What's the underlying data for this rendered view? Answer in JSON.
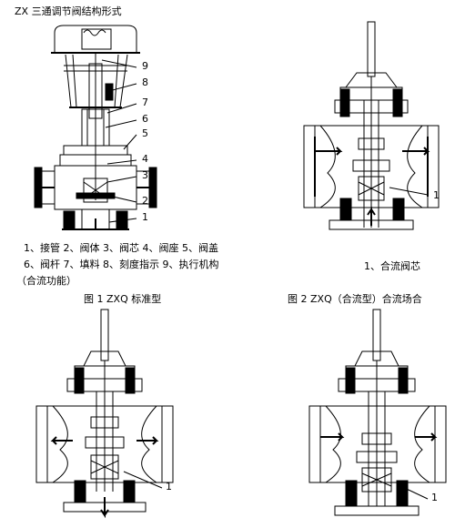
{
  "header": {
    "title": "ZX 三通调节阀结构形式"
  },
  "fig1": {
    "callouts": [
      "9",
      "8",
      "7",
      "6",
      "5",
      "4",
      "3",
      "2",
      "1"
    ],
    "legend_line1": "1、接管  2、阀体  3、阀芯  4、阀座  5、阀盖",
    "legend_line2": "6、阀杆  7、填料  8、刻度指示  9、执行机构",
    "legend_line3": "（合流功能）",
    "caption": "图 1  ZXQ 标准型"
  },
  "fig2": {
    "callouts": [
      "1"
    ],
    "legend": "1、合流阀芯",
    "caption": "图 2  ZXQ（合流型）合流场合"
  },
  "fig3": {
    "callouts": [
      "1"
    ]
  },
  "fig4": {
    "callouts": [
      "1"
    ]
  }
}
